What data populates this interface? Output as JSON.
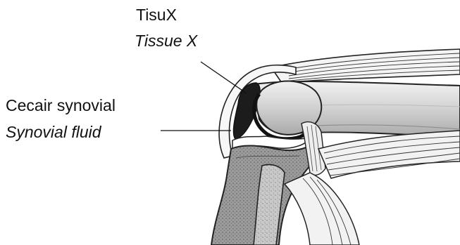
{
  "labels": {
    "tissue_local": "TisuX",
    "tissue_english": "Tissue X",
    "fluid_local": "Cecair synovial",
    "fluid_english": "Synovial fluid"
  },
  "colors": {
    "ink": "#111111",
    "bone_shade": "#9a9a9a",
    "bone_light": "#d9d9d9",
    "tissue_x": "#1c1c1c",
    "background": "#ffffff"
  }
}
